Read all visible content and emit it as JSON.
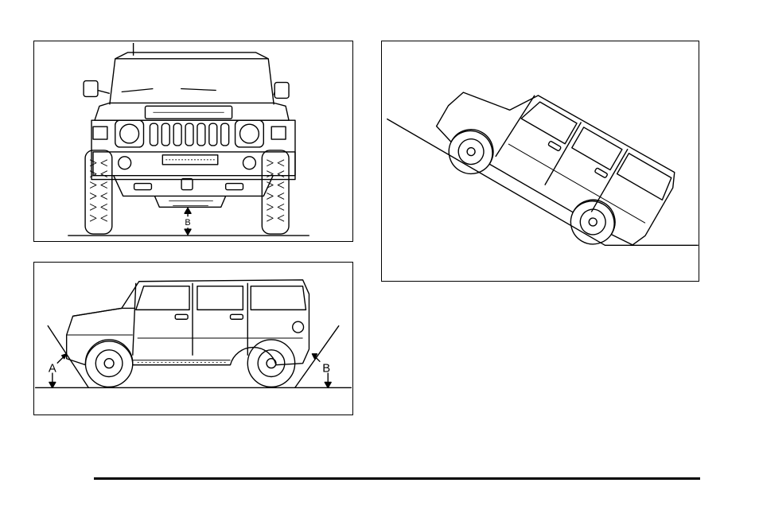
{
  "figures": {
    "front_view": {
      "label_b": "B"
    },
    "side_view": {
      "label_a": "A",
      "label_b": "B"
    },
    "slope_view": {}
  },
  "colors": {
    "line": "#000000",
    "background": "#ffffff"
  }
}
